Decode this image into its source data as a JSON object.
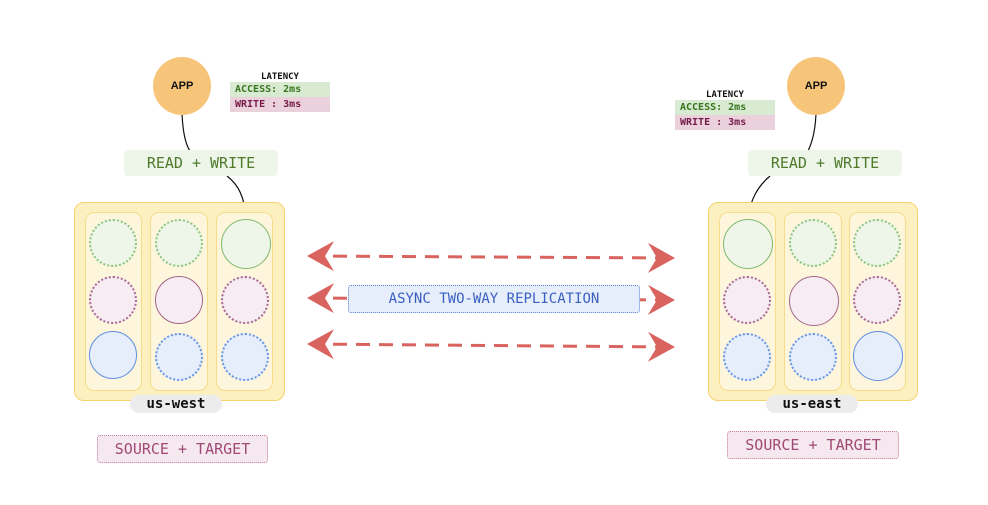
{
  "west": {
    "app_label": "APP",
    "latency": {
      "title": "LATENCY",
      "access": "ACCESS: 2ms",
      "write": "WRITE : 3ms"
    },
    "rw_label": "READ + WRITE",
    "region_label": "us-west",
    "role_label": "SOURCE + TARGET"
  },
  "east": {
    "app_label": "APP",
    "latency": {
      "title": "LATENCY",
      "access": "ACCESS: 2ms",
      "write": "WRITE : 3ms"
    },
    "rw_label": "READ + WRITE",
    "region_label": "us-east",
    "role_label": "SOURCE + TARGET"
  },
  "replication": {
    "label": "ASYNC TWO-WAY REPLICATION",
    "arrow_color": "#d9645f"
  },
  "colors": {
    "app": "#f7c57a",
    "region_fill": "#fdf0c0",
    "green": "#7fb96a",
    "purple": "#a3668c",
    "blue": "#5f8ee0"
  }
}
